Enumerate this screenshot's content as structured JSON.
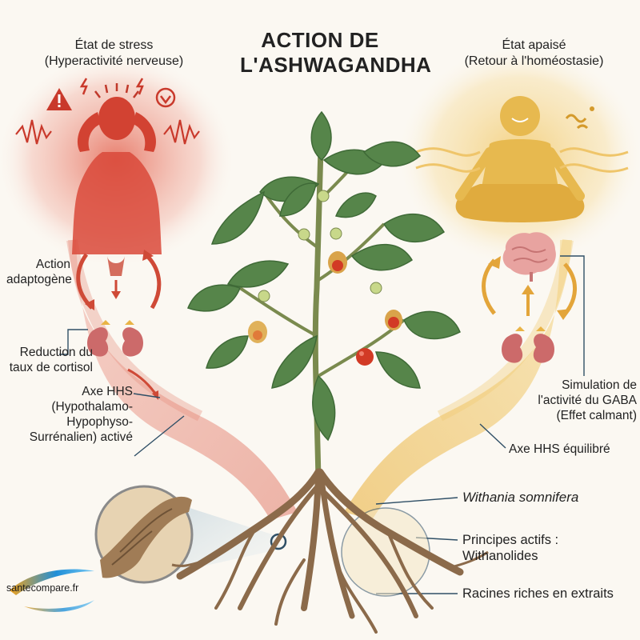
{
  "title": {
    "line1": "ACTION DE",
    "line2": "L'ASHWAGANDHA"
  },
  "stress": {
    "line1": "État de stress",
    "line2": "(Hyperactivité nerveuse)"
  },
  "calm": {
    "line1": "État apaisé",
    "line2": "(Retour à l'homéostasie)"
  },
  "left_labels": {
    "adaptogen": {
      "line1": "Action",
      "line2": "adaptogène"
    },
    "cortisol": {
      "line1": "Reduction du",
      "line2": "taux de cortisol"
    },
    "hhs_active": {
      "line1": "Axe HHS",
      "line2": "(Hypothalamo-",
      "line3": "Hypophyso-",
      "line4": "Surrénalien) activé"
    }
  },
  "right_labels": {
    "gaba": {
      "line1": "Simulation de",
      "line2": "l'activité du GABA",
      "line3": "(Effet calmant)"
    },
    "hhs_balanced": "Axe HHS équilibré",
    "species": "Withania somnifera",
    "actives": {
      "line1": "Principes actifs :",
      "line2": "Withanolides"
    },
    "roots": "Racines riches en extraits"
  },
  "logo": {
    "text": "santecompare.fr"
  },
  "colors": {
    "stress": "#c9392b",
    "calm": "#e0a93a",
    "leaf": "#4f7c45",
    "root": "#8b6a4a",
    "berry": "#d23a25"
  }
}
